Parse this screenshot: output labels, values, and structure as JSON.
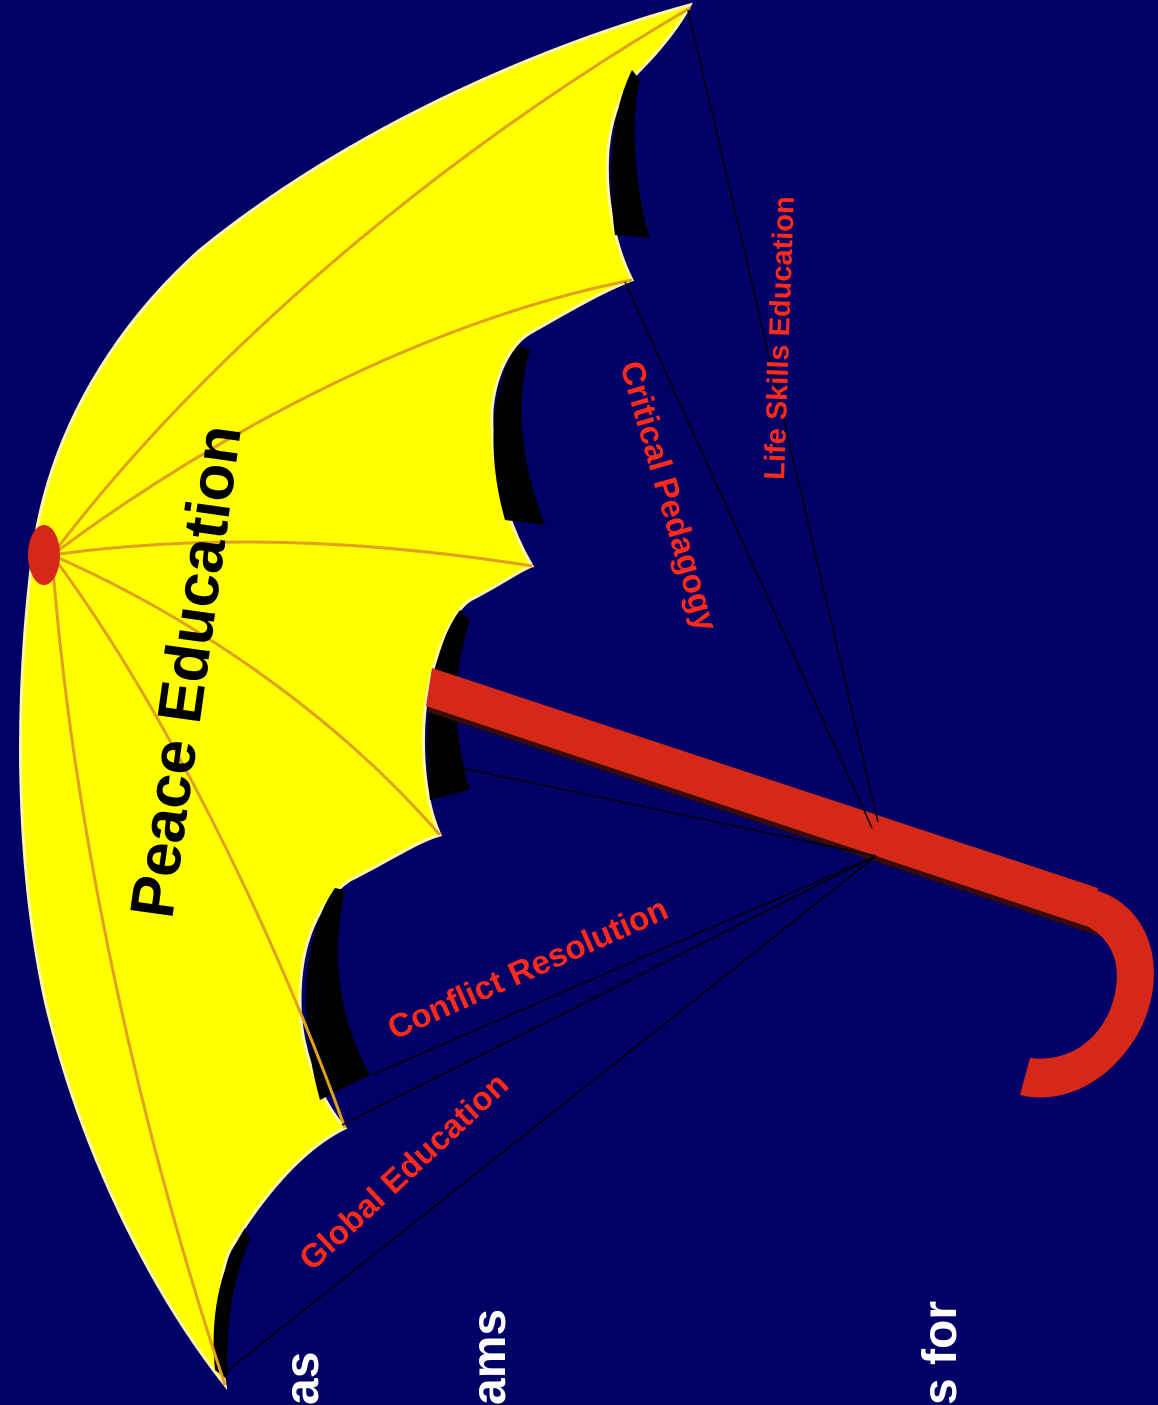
{
  "colors": {
    "background": "#000066",
    "canopy": "#ffff00",
    "canopy_ribs": "#e0a020",
    "handle": "#d52818",
    "label_red": "#ff2a1a",
    "title_black": "#000000",
    "cut_text_white": "#ffffff",
    "shadow": "#000000"
  },
  "umbrella": {
    "title": "Peace Education",
    "components": [
      {
        "label": "Life Skills Education"
      },
      {
        "label": "Critical Pedagogy"
      },
      {
        "label": "Conflict Resolution"
      },
      {
        "label": "Global Education"
      }
    ]
  },
  "cut_off_text": {
    "left": "as",
    "middle": "ams",
    "right": "s for"
  }
}
